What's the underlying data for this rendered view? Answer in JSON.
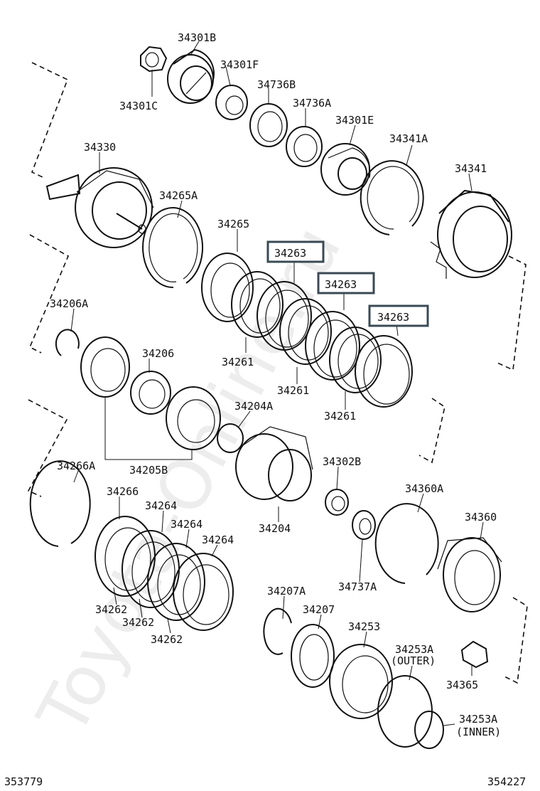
{
  "watermark": "Toyota-Online.ru",
  "figure_numbers": {
    "left": "353779",
    "right": "354227"
  },
  "parts": [
    {
      "label": "34301B"
    },
    {
      "label": "34301F"
    },
    {
      "label": "34301C"
    },
    {
      "label": "34736B"
    },
    {
      "label": "34736A"
    },
    {
      "label": "34301E"
    },
    {
      "label": "34330"
    },
    {
      "label": "34341A"
    },
    {
      "label": "34341"
    },
    {
      "label": "34265A"
    },
    {
      "label": "34265"
    },
    {
      "label": "34263",
      "highlighted": true
    },
    {
      "label": "34263",
      "highlighted": true
    },
    {
      "label": "34263",
      "highlighted": true
    },
    {
      "label": "34206A"
    },
    {
      "label": "34206"
    },
    {
      "label": "34261"
    },
    {
      "label": "34261"
    },
    {
      "label": "34261"
    },
    {
      "label": "34204A"
    },
    {
      "label": "34205B"
    },
    {
      "label": "34266A"
    },
    {
      "label": "34266"
    },
    {
      "label": "34264"
    },
    {
      "label": "34264"
    },
    {
      "label": "34264"
    },
    {
      "label": "34302B"
    },
    {
      "label": "34204"
    },
    {
      "label": "34360A"
    },
    {
      "label": "34360"
    },
    {
      "label": "34262"
    },
    {
      "label": "34262"
    },
    {
      "label": "34262"
    },
    {
      "label": "34737A"
    },
    {
      "label": "34207A"
    },
    {
      "label": "34207"
    },
    {
      "label": "34253"
    },
    {
      "label": "34253A"
    },
    {
      "label": "34365"
    },
    {
      "label": "34253A"
    }
  ],
  "qualifiers": {
    "outer": "(OUTER)",
    "inner": "(INNER)"
  },
  "highlight_color": "#3a4a55"
}
